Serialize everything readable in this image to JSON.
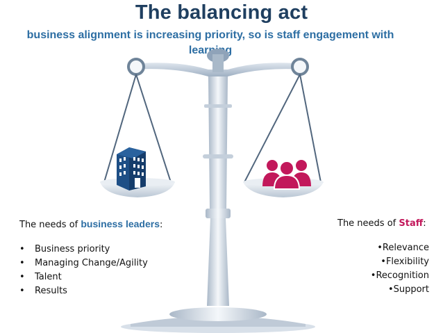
{
  "title": "The balancing act",
  "subtitle": "business alignment is increasing priority, so is staff engagement with learning",
  "left": {
    "prefix": "The needs of ",
    "highlight": "business leaders",
    "suffix": ":",
    "items": [
      "Business priority",
      "Managing Change/Agility",
      "Talent",
      "Results"
    ]
  },
  "right": {
    "prefix": "The needs of ",
    "highlight": "Staff",
    "suffix": ":",
    "items": [
      "Relevance",
      "Flexibility",
      "Recognition",
      "Support"
    ]
  },
  "colors": {
    "title": "#1f3f60",
    "subtitle": "#2d6ea3",
    "building": "#1e4f86",
    "people": "#c2185b",
    "scale": "#c9d3df"
  },
  "icons": [
    "balance-scale-icon",
    "office-building-icon",
    "people-group-icon"
  ]
}
